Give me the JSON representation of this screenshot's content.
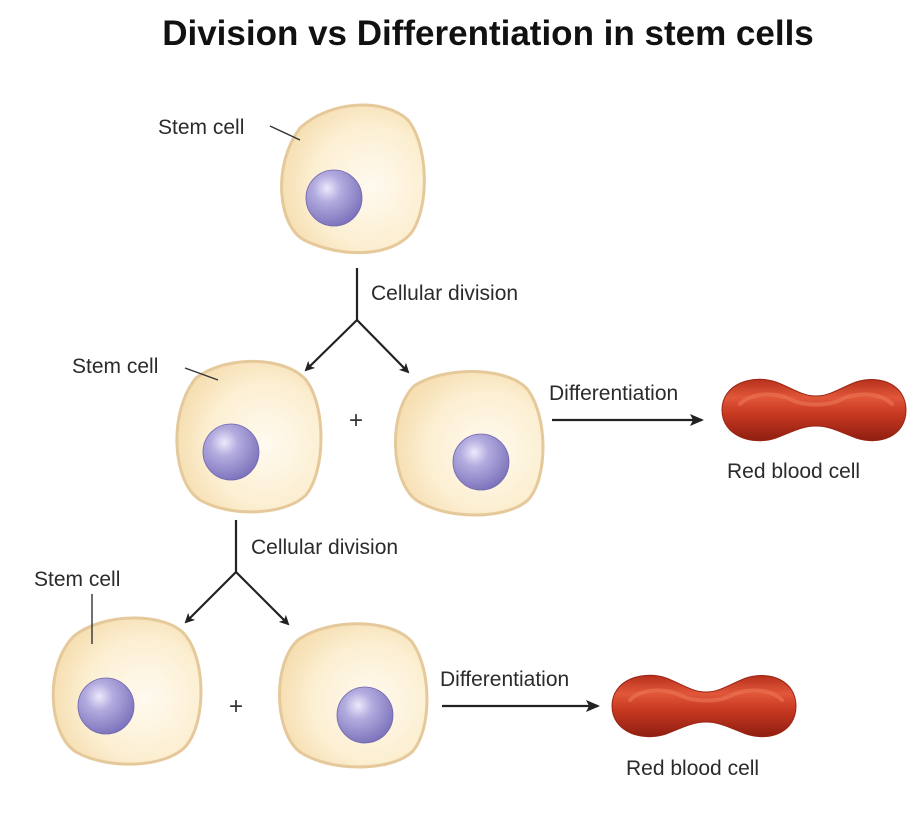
{
  "title": "Division vs Differentiation in stem cells",
  "labels": {
    "stem_cell_top": "Stem cell",
    "stem_cell_mid": "Stem cell",
    "stem_cell_bottom": "Stem cell",
    "division_1": "Cellular division",
    "division_2": "Cellular division",
    "differentiation_1": "Differentiation",
    "differentiation_2": "Differentiation",
    "rbc_1": "Red blood cell",
    "rbc_2": "Red blood cell",
    "plus_1": "+",
    "plus_2": "+"
  },
  "colors": {
    "cell_fill": "#fbebc8",
    "cell_stroke": "#e5c99a",
    "nucleus": "#8f86c9",
    "rbc": "#c8321c",
    "arrow": "#222222"
  }
}
